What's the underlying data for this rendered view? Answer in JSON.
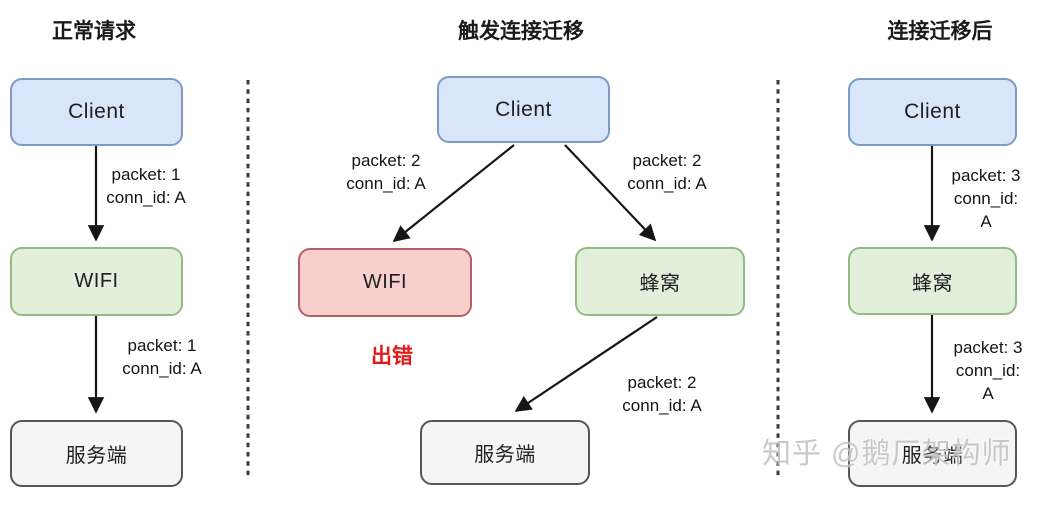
{
  "panels": {
    "normal": {
      "title": "正常请求",
      "client": "Client",
      "network": "WIFI",
      "server": "服务端",
      "edge_label_top": "packet: 1\nconn_id: A",
      "edge_label_bottom": "packet: 1\nconn_id: A"
    },
    "migrating": {
      "title": "触发连接迁移",
      "client": "Client",
      "network_failed": "WIFI",
      "network_new": "蜂窝",
      "server": "服务端",
      "edge_label_left": "packet: 2\nconn_id: A",
      "edge_label_right": "packet: 2\nconn_id: A",
      "edge_label_bottom": "packet: 2\nconn_id: A",
      "error_label": "出错"
    },
    "migrated": {
      "title": "连接迁移后",
      "client": "Client",
      "network": "蜂窝",
      "server": "服务端",
      "edge_label_top": "packet: 3\nconn_id: A",
      "edge_label_bottom": "packet: 3\nconn_id: A"
    }
  },
  "watermark": "知乎 @鹅厂架构师",
  "colors": {
    "client_fill": "#d9e6f9",
    "client_border": "#7d9ac7",
    "network_ok_fill": "#e1efdb",
    "network_ok_border": "#93bb80",
    "network_err_fill": "#f7cfcd",
    "network_err_border": "#b2615e",
    "server_fill": "#f5f5f5",
    "server_border": "#565656",
    "error_text": "#e51a1a",
    "arrow_color": "#161616",
    "dash_color": "#3a3a3a",
    "watermark_color": "#c4c4c4"
  }
}
